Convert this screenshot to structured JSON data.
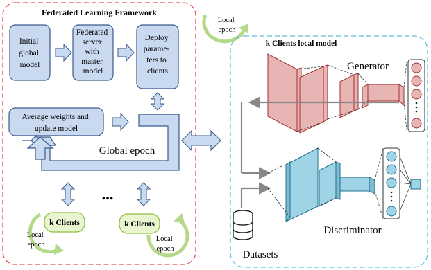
{
  "fl": {
    "title": "Federated Learning Framework",
    "initial": [
      "Initial",
      "global",
      "model"
    ],
    "server": [
      "Federated",
      "server",
      "with",
      "master",
      "model"
    ],
    "deploy": [
      "Deploy",
      "parame-",
      "ters to",
      "clients"
    ],
    "average": [
      "Average weights and",
      "update model"
    ],
    "global_epoch": "Global epoch",
    "dots": "•••",
    "client_left": "k Clients",
    "client_right": "k Clients",
    "local_epoch_left": [
      "Local",
      "epoch"
    ],
    "local_epoch_right": [
      "Local",
      "epoch"
    ]
  },
  "top_local_epoch": [
    "Local",
    "epoch"
  ],
  "local_model": {
    "title": "k Clients local model",
    "generator": "Generator",
    "discriminator": "Discriminator",
    "datasets": "Datasets"
  },
  "colors": {
    "fl_border": "#d9534f",
    "local_border": "#5bc0de",
    "box_fill": "#c9d9f0",
    "box_stroke": "#3a5a8c",
    "client_fill": "#e8f5d0",
    "client_stroke": "#8cbf3f",
    "generator_fill": "#e8b5b5",
    "generator_stroke": "#a03030",
    "discriminator_fill": "#9fd3e6",
    "discriminator_stroke": "#1f6f8b"
  }
}
